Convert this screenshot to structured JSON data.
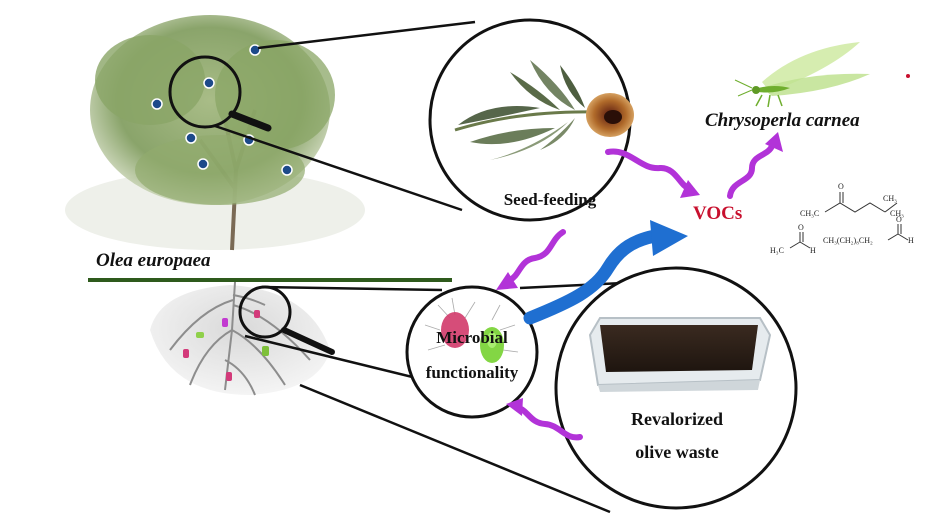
{
  "labels": {
    "plant_species": "Olea europaea",
    "insect_species": "Chrysoperla carnea",
    "seed_feeding": "Seed-feeding",
    "vocs": "VOCs",
    "microbial_line1": "Microbial",
    "microbial_line2": "functionality",
    "waste_line1": "Revalorized",
    "waste_line2": "olive waste"
  },
  "chemistry": {
    "mol1_left": "CH₃C",
    "mol1_right": "CH₃",
    "mol1_top_o": "O",
    "mol1_branch": "CH₃",
    "mol2_left": "H₃C",
    "mol2_h": "H",
    "mol2_o": "O",
    "mol3_chain": "CH₃(CH₂)₈CH₂",
    "mol3_h": "H",
    "mol3_o": "O"
  },
  "colors": {
    "voc_red": "#c8102e",
    "arrow_purple": "#b233d8",
    "arrow_blue": "#1f6fd1",
    "ground_line": "#2e5a1c",
    "leaf_green": "#7d9a5a",
    "trunk": "#7a6a55"
  }
}
